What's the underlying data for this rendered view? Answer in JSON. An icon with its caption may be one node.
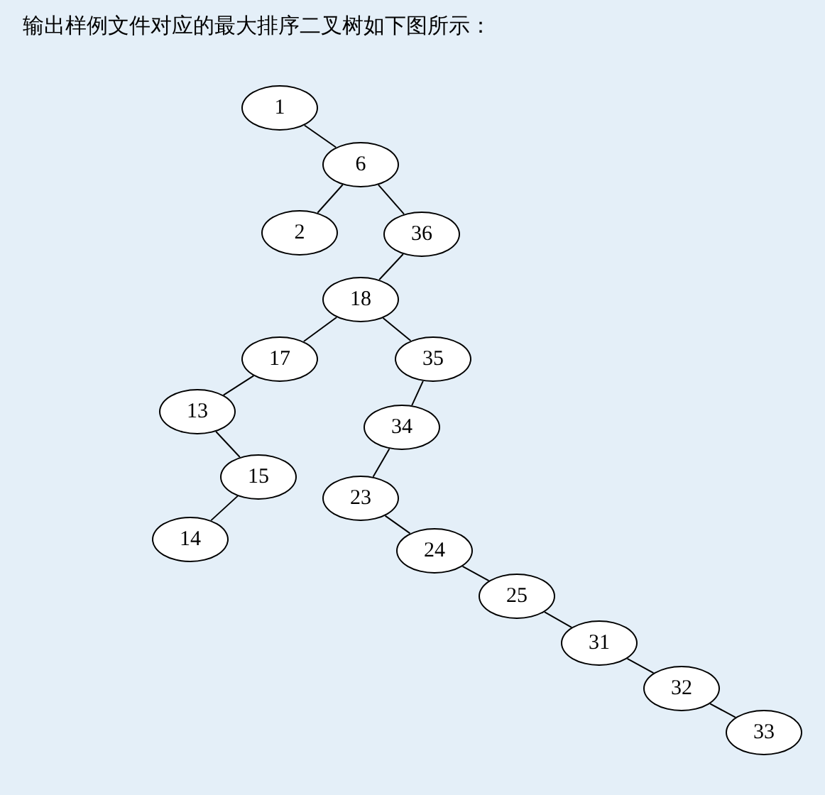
{
  "diagram": {
    "title": "输出样例文件对应的最大排序二叉树如下图所示：",
    "nodes": [
      {
        "text": [
          "1"
        ]
      },
      {
        "text": [
          "6"
        ]
      },
      {
        "text": [
          "2"
        ]
      },
      {
        "text": [
          "36"
        ]
      },
      {
        "text": [
          "18"
        ]
      },
      {
        "text": [
          "17"
        ]
      },
      {
        "text": [
          "35"
        ]
      },
      {
        "text": [
          "13"
        ]
      },
      {
        "text": [
          "34"
        ]
      },
      {
        "text": [
          "15"
        ]
      },
      {
        "text": [
          "23"
        ]
      },
      {
        "text": [
          "14"
        ]
      },
      {
        "text": [
          "24"
        ]
      },
      {
        "text": [
          "25"
        ]
      },
      {
        "text": [
          "31"
        ]
      },
      {
        "text": [
          "32"
        ]
      },
      {
        "text": [
          "33"
        ]
      }
    ],
    "edges": [
      {
        "from": 0,
        "to": 1,
        "arrow": "none"
      },
      {
        "from": 1,
        "to": 2,
        "arrow": "none"
      },
      {
        "from": 1,
        "to": 3,
        "arrow": "none"
      },
      {
        "from": 3,
        "to": 4,
        "arrow": "none"
      },
      {
        "from": 4,
        "to": 5,
        "arrow": "none"
      },
      {
        "from": 4,
        "to": 6,
        "arrow": "none"
      },
      {
        "from": 5,
        "to": 7,
        "arrow": "none"
      },
      {
        "from": 7,
        "to": 9,
        "arrow": "none"
      },
      {
        "from": 9,
        "to": 11,
        "arrow": "none"
      },
      {
        "from": 6,
        "to": 8,
        "arrow": "none"
      },
      {
        "from": 8,
        "to": 10,
        "arrow": "none"
      },
      {
        "from": 10,
        "to": 12,
        "arrow": "none"
      },
      {
        "from": 12,
        "to": 13,
        "arrow": "none"
      },
      {
        "from": 13,
        "to": 14,
        "arrow": "none"
      },
      {
        "from": 14,
        "to": 15,
        "arrow": "none"
      },
      {
        "from": 15,
        "to": 16,
        "arrow": "none"
      }
    ]
  }
}
